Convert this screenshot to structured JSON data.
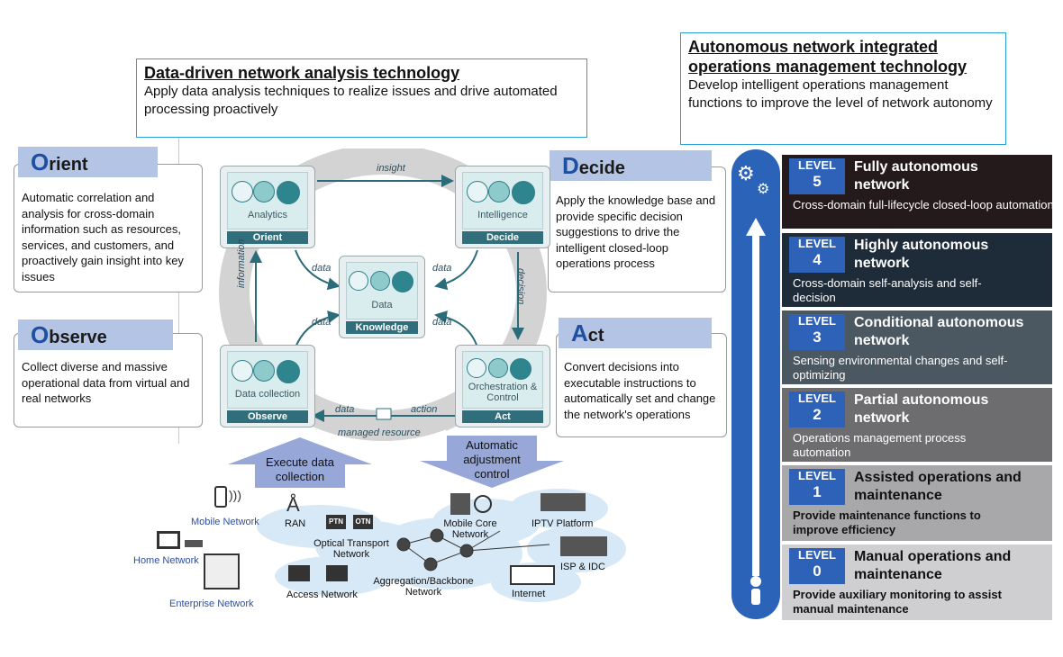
{
  "analysis": {
    "title": "Data-driven network analysis technology",
    "body": "Apply data analysis techniques to realize issues and drive automated processing proactively"
  },
  "autonomous": {
    "title": "Autonomous network integrated operations management technology",
    "body": "Develop intelligent operations management functions to improve the level of network autonomy"
  },
  "orient": {
    "initial": "O",
    "rest": "rient",
    "body": "Automatic correlation and analysis for cross-domain information such as resources, services, and customers, and proactively gain insight into key issues"
  },
  "observe": {
    "initial": "O",
    "rest": "bserve",
    "body": "Collect diverse and massive operational data from virtual and real networks"
  },
  "decide": {
    "initial": "D",
    "rest": "ecide",
    "body": "Apply the knowledge base and provide specific decision suggestions to drive the intelligent closed-loop operations process"
  },
  "act": {
    "initial": "A",
    "rest": "ct",
    "body": "Convert decisions into executable instructions to automatically set and change the network's operations"
  },
  "loop": {
    "analytics": "Analytics",
    "orient": "Orient",
    "intelligence": "Intelligence",
    "decide": "Decide",
    "data_center": "Data",
    "knowledge": "Knowledge",
    "data_collection": "Data collection",
    "observe": "Observe",
    "orchestration": "Orchestration & Control",
    "act": "Act",
    "insight": "insight",
    "information": "information",
    "decision": "decision",
    "action": "action",
    "data": "data",
    "managed_resource": "managed resource"
  },
  "arrows": {
    "execute": "Execute data collection",
    "adjust": "Automatic adjustment control"
  },
  "network": {
    "mobile": "Mobile Network",
    "home": "Home Network",
    "enterprise": "Enterprise Network",
    "ran": "RAN",
    "ptn": "PTN",
    "otn": "OTN",
    "optical": "Optical Transport Network",
    "access": "Access Network",
    "aggregation": "Aggregation/Backbone Network",
    "mobile_core": "Mobile Core Network",
    "iptv": "IPTV Platform",
    "isp": "ISP & IDC",
    "internet": "Internet"
  },
  "levels": [
    {
      "level": "LEVEL",
      "num": "5",
      "name": "Fully autonomous network",
      "desc": "Cross-domain full-lifecycle closed-loop automation",
      "bg": "#241a1c",
      "fg": "#ffffff"
    },
    {
      "level": "LEVEL",
      "num": "4",
      "name": "Highly autonomous network",
      "desc": "Cross-domain self-analysis and self-decision",
      "bg": "#1e2c3a",
      "fg": "#ffffff"
    },
    {
      "level": "LEVEL",
      "num": "3",
      "name": "Conditional autonomous network",
      "desc": "Sensing environmental changes and self-optimizing",
      "bg": "#4b5862",
      "fg": "#ffffff"
    },
    {
      "level": "LEVEL",
      "num": "2",
      "name": "Partial autonomous network",
      "desc": "Operations management process automation",
      "bg": "#6d6d6f",
      "fg": "#ffffff"
    },
    {
      "level": "LEVEL",
      "num": "1",
      "name": "Assisted operations and maintenance",
      "desc": "Provide maintenance functions to improve efficiency",
      "bg": "#a8a8aa",
      "fg": "#111111"
    },
    {
      "level": "LEVEL",
      "num": "0",
      "name": "Manual operations and maintenance",
      "desc": "Provide auxiliary monitoring to assist manual maintenance",
      "bg": "#cfcfd1",
      "fg": "#111111"
    }
  ]
}
